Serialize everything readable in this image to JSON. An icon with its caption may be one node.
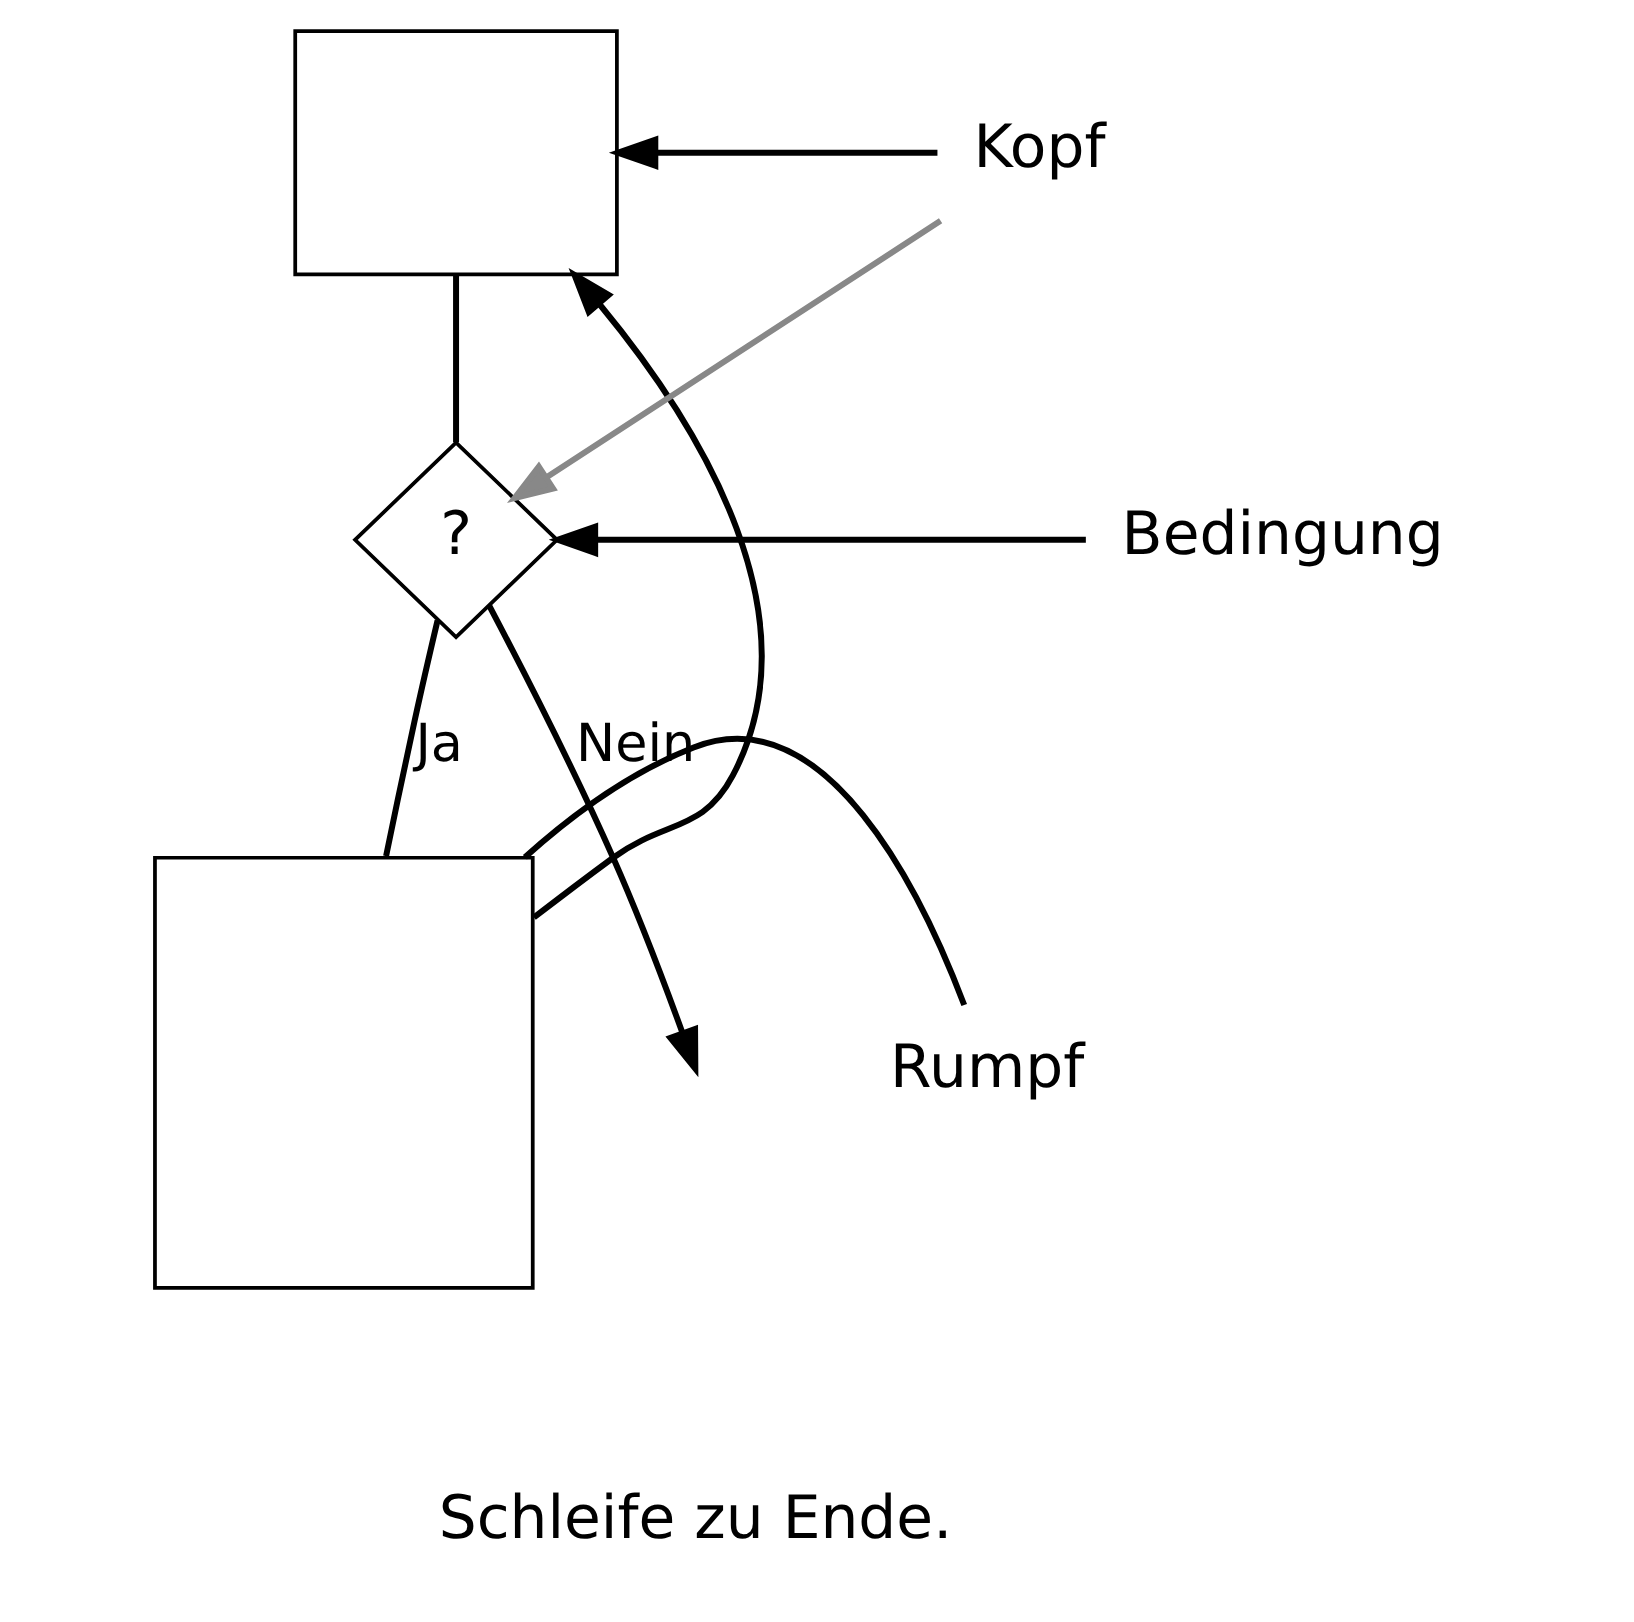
{
  "diagram": {
    "nodes": [
      {
        "text": [],
        "shape": "box"
      },
      {
        "text": [
          "?"
        ]
      },
      {
        "text": [],
        "shape": "box"
      },
      {
        "text": [
          "Kopf"
        ]
      },
      {
        "text": [
          "Bedingung"
        ]
      },
      {
        "text": [
          "Rumpf"
        ]
      }
    ],
    "edges": [
      {
        "from": 0,
        "to": 1,
        "arrow": "none"
      },
      {
        "from": 1,
        "to": 2,
        "arrow": "none",
        "label": "Ja"
      },
      {
        "from": 2,
        "to": 0,
        "arrow": "to"
      },
      {
        "from": 1,
        "to": null,
        "arrow": "to",
        "label": "Nein"
      },
      {
        "from": 3,
        "to": 0,
        "arrow": "to"
      },
      {
        "from": 3,
        "to": 1,
        "arrow": "to",
        "color": "#888888"
      },
      {
        "from": 4,
        "to": 1,
        "arrow": "to"
      },
      {
        "from": 5,
        "to": 2,
        "arrow": "none"
      }
    ],
    "labels": [
      "Schleife zu Ende."
    ]
  }
}
